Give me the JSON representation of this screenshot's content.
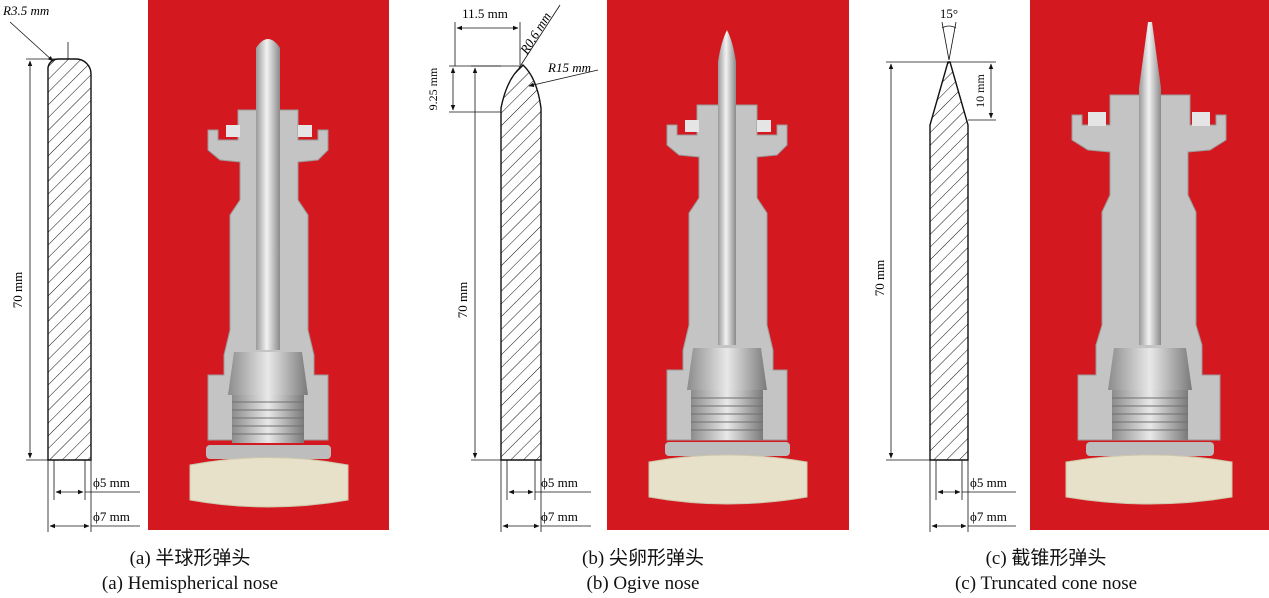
{
  "colors": {
    "photo_background": "#d3191f",
    "metal": "#c9c9c9",
    "cap": "#e7e1c9"
  },
  "panels": [
    {
      "id": "a",
      "caption_cn": "(a) 半球形弹头",
      "caption_en": "(a) Hemispherical nose",
      "dims": {
        "radius": "R3.5 mm",
        "length": "70 mm",
        "inner_diameter": "ϕ5 mm",
        "outer_diameter": "ϕ7 mm"
      }
    },
    {
      "id": "b",
      "caption_cn": "(b) 尖卵形弹头",
      "caption_en": "(b) Ogive nose",
      "dims": {
        "nose_width": "11.5 mm",
        "tip_radius": "R0.6 mm",
        "ogive_radius": "R15 mm",
        "nose_length": "9.25 mm",
        "length": "70 mm",
        "inner_diameter": "ϕ5 mm",
        "outer_diameter": "ϕ7 mm"
      }
    },
    {
      "id": "c",
      "caption_cn": "(c) 截锥形弹头",
      "caption_en": "(c) Truncated cone nose",
      "dims": {
        "angle": "15°",
        "nose_length": "10 mm",
        "length": "70 mm",
        "inner_diameter": "ϕ5 mm",
        "outer_diameter": "ϕ7 mm"
      }
    }
  ]
}
